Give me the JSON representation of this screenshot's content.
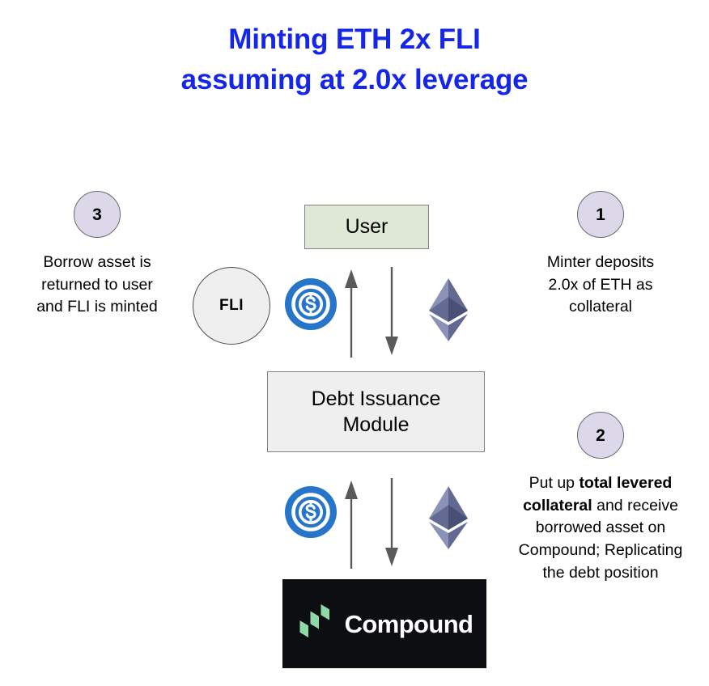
{
  "title": {
    "line1": "Minting ETH 2x FLI",
    "line2": "assuming at 2.0x leverage",
    "color": "#1626e8"
  },
  "nodes": {
    "user": "User",
    "debt_issuance_module_line1": "Debt Issuance",
    "debt_issuance_module_line2": "Module",
    "fli_token": "FLI",
    "compound": "Compound"
  },
  "steps": [
    {
      "number": "1",
      "position": "right-top",
      "text_lines": [
        "Minter deposits",
        "2.0x of ETH as",
        "collateral"
      ]
    },
    {
      "number": "2",
      "position": "right-bottom",
      "text_parts": [
        {
          "text": "Put up ",
          "bold": false
        },
        {
          "text": "total",
          "bold": true
        },
        {
          "text": " ",
          "bold": false
        },
        {
          "text": "levered collateral",
          "bold": true
        },
        {
          "text": " and receive borrowed asset on Compound; Replicating the debt position",
          "bold": false
        }
      ]
    },
    {
      "number": "3",
      "position": "left-top",
      "text_lines": [
        "Borrow asset is",
        "returned to user",
        "and FLI is minted"
      ]
    }
  ],
  "icons": {
    "usdc_upper": "usdc-coin-icon",
    "usdc_lower": "usdc-coin-icon",
    "eth_upper": "ethereum-diamond-icon",
    "eth_lower": "ethereum-diamond-icon",
    "compound_mark": "compound-logo-icon",
    "arrow_up_upper": "arrow-up-icon",
    "arrow_down_upper": "arrow-down-icon",
    "arrow_up_lower": "arrow-up-icon",
    "arrow_down_lower": "arrow-down-icon"
  },
  "colors": {
    "title_blue": "#1626e8",
    "badge_fill": "#dcd8ea",
    "badge_stroke": "#666a72",
    "user_box_fill": "#dee8d5",
    "module_box_fill": "#efeff0",
    "box_stroke": "#7f8389",
    "usdc_blue": "#2775ca",
    "eth_light": "#8a92b8",
    "eth_dark": "#62688f",
    "eth_base": "#454a75",
    "compound_bg": "#0d0e11",
    "compound_green": "#8ed9a6",
    "arrow_gray": "#5a5a5a",
    "text_black": "#000000"
  }
}
